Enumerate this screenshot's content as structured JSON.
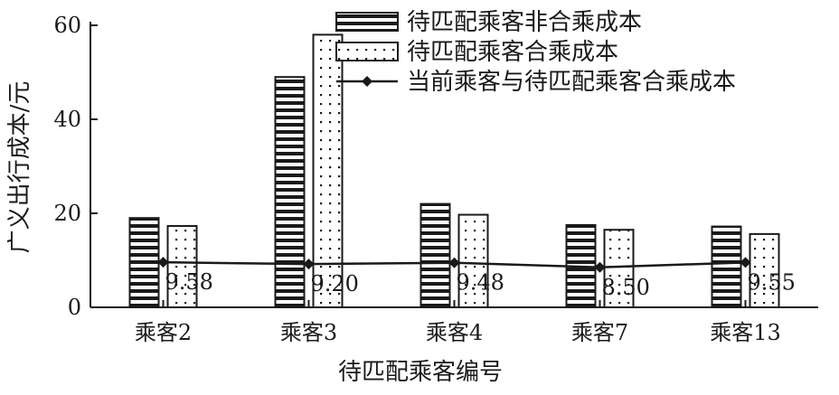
{
  "chart_data": {
    "type": "bar",
    "categories": [
      "乘客2",
      "乘客3",
      "乘客4",
      "乘客7",
      "乘客13"
    ],
    "series": [
      {
        "name": "待匹配乘客非合乘成本",
        "kind": "bar",
        "pattern": "horizontal-stripes",
        "values": [
          19,
          49,
          22,
          17.5,
          17.2
        ]
      },
      {
        "name": "待匹配乘客合乘成本",
        "kind": "bar",
        "pattern": "dots",
        "values": [
          17.3,
          58,
          19.7,
          16.5,
          15.6
        ]
      },
      {
        "name": "当前乘客与待匹配乘客合乘成本",
        "kind": "line",
        "marker": "diamond",
        "values": [
          9.58,
          9.2,
          9.48,
          8.5,
          9.55
        ]
      }
    ],
    "data_labels": [
      "9.58",
      "9.20",
      "9.48",
      "8.50",
      "9.55"
    ],
    "ylabel": "广义出行成本/元",
    "xlabel": "待匹配乘客编号",
    "ylim": [
      0,
      60
    ],
    "yticks": [
      "0",
      "20",
      "40",
      "60"
    ],
    "legend_position": "top-right",
    "grid": false,
    "colors": {
      "ink": "#1a1a1a",
      "bar_fill": "#ffffff"
    }
  }
}
